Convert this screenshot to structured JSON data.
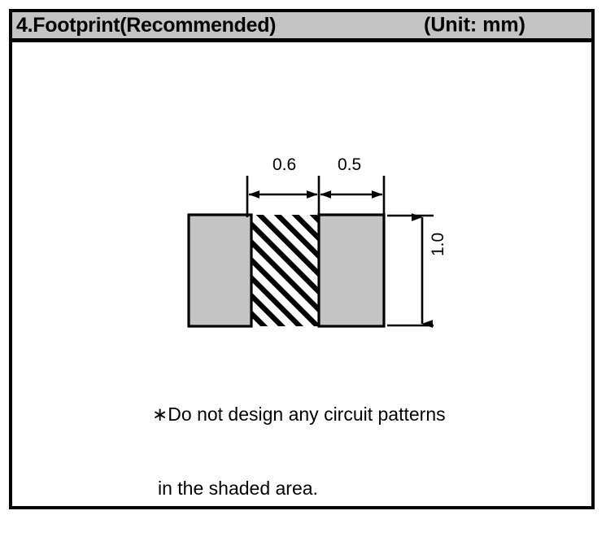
{
  "header": {
    "title": "4.Footprint(Recommended)",
    "unit": "(Unit: mm)"
  },
  "drawing": {
    "dimensions": {
      "pad_width": "0.6",
      "gap_width": "0.5",
      "height": "1.0"
    },
    "colors": {
      "pad_fill": "#c4c4c4",
      "pad_stroke": "#000000",
      "hatch": "#000000",
      "header_bg": "#c4c4c4",
      "frame": "#000000"
    },
    "shapes": {
      "left_pad": "solder-pad",
      "hatched_region": "keep-out-area",
      "right_pad": "solder-pad"
    }
  },
  "note": {
    "line1": "∗Do not design any circuit patterns",
    "line2": "in the shaded area."
  }
}
